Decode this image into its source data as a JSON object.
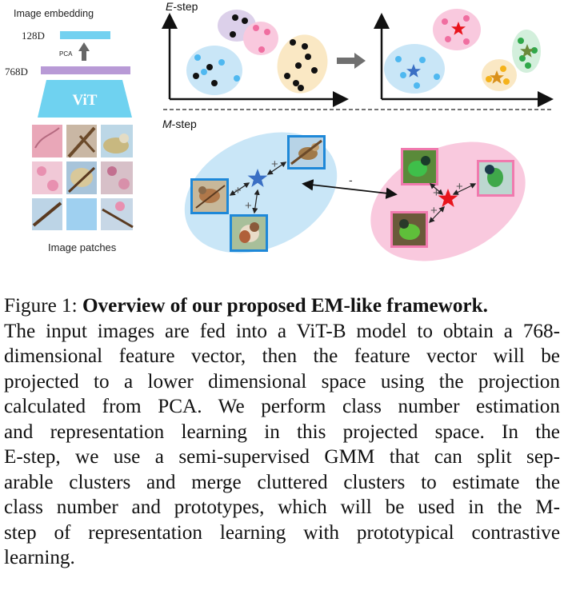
{
  "left_panel": {
    "embedding_title": "Image embedding",
    "dim_128": "128D",
    "pca_label": "PCA",
    "dim_768": "768D",
    "vit_label": "ViT",
    "patches_label": "Image patches"
  },
  "estep": {
    "label_italic": "E",
    "label_rest": "-step"
  },
  "mstep": {
    "label_italic": "M",
    "label_rest": "-step",
    "plus_sign": "+",
    "minus_sign": "-"
  },
  "caption": {
    "prefix": "Figure 1: ",
    "title": "Overview of our proposed EM-like framework.",
    "lines": [
      "The input images are fed into a ViT-B model to obtain a 768-",
      "dimensional feature vector, then the feature vector will be",
      "projected to a lower dimensional space using the projection",
      "calculated from PCA. We perform class number estimation",
      "and representation learning in this projected space. In the",
      "E-step, we use a semi-supervised GMM that can split sep-",
      "arable clusters and merge cluttered clusters to estimate the",
      "class number and prototypes, which will be used in the M-",
      "step of representation learning with prototypical contrastive",
      "learning."
    ]
  },
  "colors": {
    "blue_cluster": "#c9e6f7",
    "pink_cluster": "#f9c9de",
    "purple_cluster": "#dcd0ea",
    "yellow_cluster": "#fae8c4",
    "green_cluster": "#d3efdc",
    "blue_point": "#4fb8f0",
    "pink_point": "#f06ea0",
    "orange_point": "#f5b21a",
    "green_point": "#2fa84a",
    "vit_blue": "#6fd2f0",
    "bar_purple": "#b89ad6",
    "red_star": "#e8141c",
    "blue_star": "#3a6fc4"
  }
}
